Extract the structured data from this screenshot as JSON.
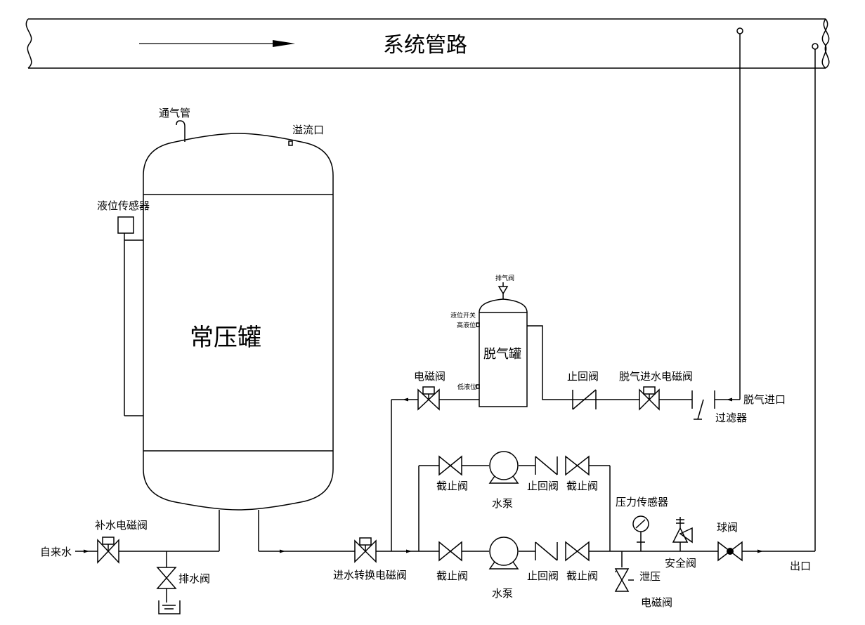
{
  "labels": {
    "system_pipe": "系统管路",
    "vent_pipe": "通气管",
    "overflow": "溢流口",
    "level_sensor": "液位传感器",
    "atm_tank": "常压罐",
    "makeup_valve": "补水电磁阀",
    "tap_water": "自来水",
    "drain_valve": "排水阀",
    "inlet_switch_valve": "进水转换电磁阀",
    "exhaust_valve": "排气阀",
    "level_switch": "液位开关",
    "high_level": "高液位",
    "low_level": "低液位",
    "degas_tank": "脱气罐",
    "solenoid_valve": "电磁阀",
    "check_valve_top": "止回阀",
    "degas_inlet_valve": "脱气进水电磁阀",
    "degas_inlet": "脱气进口",
    "filter": "过滤器",
    "shutoff_valve": "截止阀",
    "check_valve": "止回阀",
    "pump": "水泵",
    "pressure_sensor": "压力传感器",
    "relief_valve_1": "泄压",
    "relief_valve_2": "电磁阀",
    "safety_valve": "安全阀",
    "ball_valve": "球阀",
    "outlet": "出口"
  }
}
